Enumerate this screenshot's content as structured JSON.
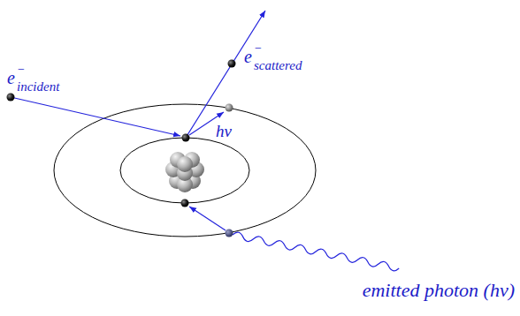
{
  "diagram": {
    "labels": [
      "e",
      "−",
      "incident",
      "e",
      "−",
      "scattered",
      "hν",
      "emitted photon (hν)"
    ]
  }
}
